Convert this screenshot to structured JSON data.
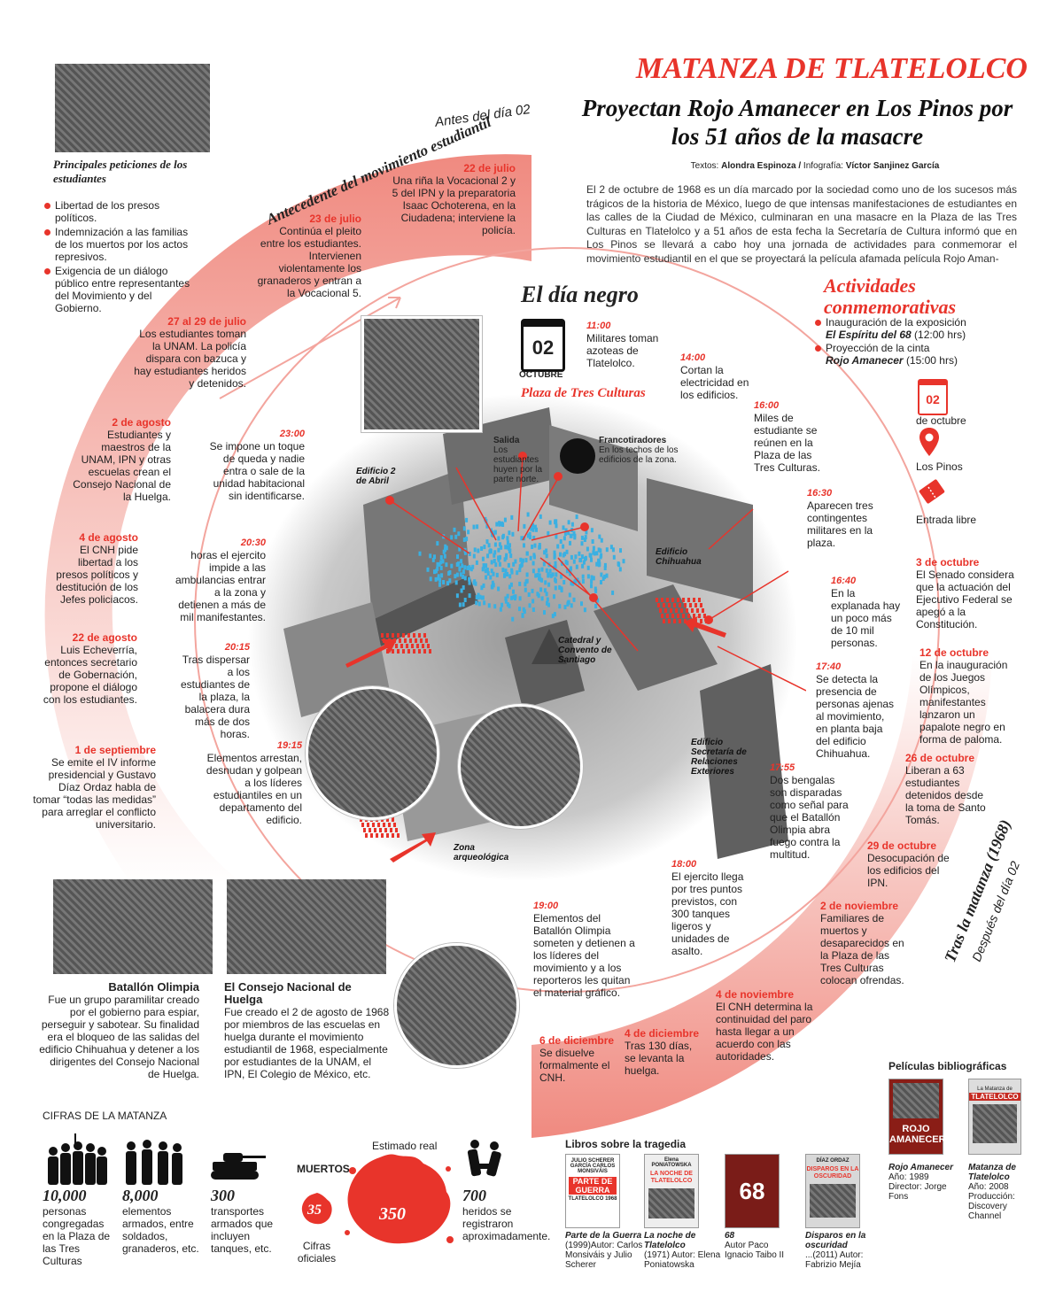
{
  "header": {
    "title": "MATANZA DE TLATELOLCO",
    "subtitle": "Proyectan Rojo Amanecer en Los Pinos por los 51 años de la masacre",
    "credits_label1": "Textos:",
    "credits_author": "Alondra Espinoza",
    "credits_sep": "/",
    "credits_label2": "Infografía:",
    "credits_infographic": "Víctor Sanjinez García",
    "intro": "El 2 de octubre de 1968 es un día marcado por la sociedad como uno de los sucesos más trágicos de la historia de México, luego de que intensas manifestaciones de estudiantes en las calles de la Ciudad de México, culminaran en una masacre en la Plaza de las Tres Culturas en Tlatelolco y a 51 años de esta fecha la Secretaría de Cultura informó que en Los Pinos se llevará a cabo hoy una jornada de actividades para conmemorar el movimiento estudiantil en el que se proyectará la película afamada película Rojo Aman-"
  },
  "peticiones": {
    "title": "Principales peticiones de los estudiantes",
    "items": [
      "Libertad de los presos políticos.",
      "Indemnización a las familias de los muertos por los actos represivos.",
      "Exigencia de un diálogo público entre representantes del Movimiento y del Gobierno."
    ]
  },
  "antecedente": {
    "arc_small": "Antes del día 02",
    "arc_big": "Antecedente del movimiento estudiantil",
    "events": [
      {
        "date": "22 de julio",
        "text": "Una riña la Vocacional 2 y 5 del IPN y la preparatoria Isaac Ochoterena, en la Ciudadena; interviene la policía."
      },
      {
        "date": "23 de julio",
        "text": "Continúa el pleito entre los estudiantes. Intervienen violentamente los granaderos y entran a la Vocacional 5."
      },
      {
        "date": "27 al 29 de julio",
        "text": "Los estudiantes toman la UNAM. La policía dispara con bazuca y hay estudiantes heridos y detenidos."
      },
      {
        "date": "2 de agosto",
        "text": "Estudiantes y maestros de la UNAM, IPN y otras escuelas crean el Consejo Nacional de la Huelga."
      },
      {
        "date": "4 de agosto",
        "text": "El CNH pide libertad a los presos políticos y destitución de los Jefes policiacos."
      },
      {
        "date": "22 de agosto",
        "text": "Luis Echeverría, entonces secretario de Gobernación, propone el diálogo con los estudiantes."
      },
      {
        "date": "1 de septiembre",
        "text": "Se emite el IV informe presidencial y Gustavo Díaz Ordaz habla de tomar “todas las medidas” para arreglar el conflicto universitario."
      }
    ]
  },
  "dia_negro": {
    "title": "El día negro",
    "calendar_day": "02",
    "calendar_month": "OCTUBRE",
    "place": "Plaza de Tres Culturas",
    "events": [
      {
        "time": "11:00",
        "text": "Militares toman azoteas de Tlatelolco."
      },
      {
        "time": "14:00",
        "text": "Cortan la electricidad en los edificios."
      },
      {
        "time": "16:00",
        "text": "Miles de estudiante se reúnen en la Plaza de las Tres Culturas."
      },
      {
        "time": "16:30",
        "text": "Aparecen tres contingentes militares en la plaza."
      },
      {
        "time": "16:40",
        "text": "En la explanada hay un poco más de 10 mil personas."
      },
      {
        "time": "17:40",
        "text": "Se detecta la presencia de personas ajenas al movimiento, en planta baja del edificio Chihuahua."
      },
      {
        "time": "17:55",
        "text": "Dos bengalas son disparadas como señal para que el Batallón Olimpia abra fuego contra la multitud."
      },
      {
        "time": "18:00",
        "text": "El ejercito llega por tres puntos previstos, con 300 tanques ligeros y unidades de asalto."
      },
      {
        "time": "19:00",
        "text": "Elementos del Batallón Olimpia someten y detienen a los líderes del movimiento y a los reporteros les quitan el material gráfico."
      },
      {
        "time": "19:15",
        "text": "Elementos arrestan, desnudan y golpean a los líderes estudiantiles en un departamento del edificio."
      },
      {
        "time": "20:15",
        "text": "Tras dispersar a los estudiantes de la plaza, la balacera dura más de dos horas."
      },
      {
        "time": "20:30",
        "text": "horas el ejercito impide a las ambulancias entrar a la zona y detienen a más de mil manifestantes."
      },
      {
        "time": "23:00",
        "text": "Se impone un toque de queda y nadie entra o sale de la unidad habitacional sin identificarse."
      }
    ],
    "map_labels": {
      "salida_title": "Salida",
      "salida_text": "Los estudiantes huyen por la parte norte.",
      "francotiradores_title": "Francotiradores",
      "francotiradores_text": "En los techos de los edificios de la zona.",
      "edificio_2_abril": "Edificio 2 de Abril",
      "edificio_chihuahua": "Edificio Chihuahua",
      "catedral": "Catedral y Convento de Santiago",
      "secretaria": "Edificio Secretaría de Relaciones Exteriores",
      "zona": "Zona arqueológica"
    }
  },
  "actividades": {
    "title": "Actividades conmemorativas",
    "item1_text": "Inauguración de la exposición",
    "item1_bold": "El Espíritu del 68",
    "item1_time": "(12:00 hrs)",
    "item2_text": "Proyección de la cinta",
    "item2_bold": "Rojo Amanecer",
    "item2_time": "(15:00 hrs)",
    "cal_day": "02",
    "cal_label": "de octubre",
    "place_label": "Los Pinos",
    "ticket_label": "Entrada libre"
  },
  "despues": {
    "arc_big": "Tras la matanza (1968)",
    "arc_small": "Después del día 02",
    "events": [
      {
        "date": "3 de octubre",
        "text": "El Senado considera que la actuación del Ejecutivo Federal se apegó a la Constitución."
      },
      {
        "date": "12 de octubre",
        "text": "En la inauguración de los Juegos Olímpicos, manifestantes lanzaron un papalote negro en forma de paloma."
      },
      {
        "date": "26 de octubre",
        "text": "Liberan a 63 estudiantes detenidos desde la toma de Santo Tomás."
      },
      {
        "date": "29 de octubre",
        "text": "Desocupación de los edificios del IPN."
      },
      {
        "date": "2 de noviembre",
        "text": "Familiares de muertos y desaparecidos en la Plaza de las Tres Culturas colocan ofrendas."
      },
      {
        "date": "4 de noviembre",
        "text": "El CNH determina la continuidad del paro hasta llegar a un acuerdo con las autoridades."
      },
      {
        "date": "4 de diciembre",
        "text": "Tras 130 días, se levanta la huelga."
      },
      {
        "date": "6 de diciembre",
        "text": "Se disuelve formalmente el CNH."
      }
    ]
  },
  "batallon": {
    "title": "Batallón Olimpia",
    "text": "Fue un grupo paramilitar creado por el gobierno para espiar, perseguir y sabotear. Su finalidad era el bloqueo de las salidas del edificio Chihuahua y detener a los dirigentes del Consejo Nacional de Huelga."
  },
  "consejo": {
    "title": "El Consejo Nacional de Huelga",
    "text": "Fue creado el 2 de agosto de 1968 por miembros de las escuelas en huelga durante el movimiento estudiantil de 1968, especialmente por estudiantes de la UNAM, el IPN, El Colegio de México, etc."
  },
  "cifras": {
    "title": "CIFRAS DE LA MATANZA",
    "personas_num": "10,000",
    "personas_text": "personas congregadas en la Plaza de las Tres Culturas",
    "elementos_num": "8,000",
    "elementos_text": "elementos armados, entre soldados, granaderos, etc.",
    "transportes_num": "300",
    "transportes_text": "transportes armados que incluyen tanques, etc.",
    "muertos_label": "MUERTOS",
    "oficiales_num": "35",
    "oficiales_label": "Cifras oficiales",
    "real_label": "Estimado real",
    "real_num": "350",
    "heridos_num": "700",
    "heridos_text": "heridos se registraron aproximadamente."
  },
  "libros": {
    "title": "Libros sobre la tragedia",
    "items": [
      {
        "title": "Parte de la Guerra",
        "info": "(1999)Autor: Carlos Monsiváis y Julio Scherer",
        "cover_top": "JULIO SCHERER GARCÍA CARLOS MONSIVÁIS",
        "cover_main": "PARTE DE GUERRA",
        "cover_sub": "TLATELOLCO 1968"
      },
      {
        "title": "La noche de Tlatelolco",
        "info": "(1971) Autor: Elena Poniatowska",
        "cover_top": "Elena PONIATOWSKA",
        "cover_main": "LA NOCHE DE TLATELOLCO"
      },
      {
        "title": "68",
        "info": "Autor Paco Ignacio Taibo II",
        "cover_main": "68"
      },
      {
        "title": "Disparos en la oscuridad",
        "info": "...(2011) Autor: Fabrizio Mejía",
        "cover_top": "DÍAZ ORDAZ",
        "cover_main": "DISPAROS EN LA OSCURIDAD"
      }
    ]
  },
  "peliculas": {
    "title": "Películas bibliográficas",
    "items": [
      {
        "title": "Rojo Amanecer",
        "info1": "Año: 1989",
        "info2": "Director: Jorge Fons",
        "cover": "ROJO AMANECER"
      },
      {
        "title": "Matanza de Tlatelolco",
        "info1": "Año: 2008",
        "info2": "Producción: Discovery Channel",
        "cover": "TLATELOLCO",
        "cover_top": "La Matanza de"
      }
    ]
  },
  "colors": {
    "accent": "#e8342b",
    "crowd": "#3ab0e2",
    "text": "#222222"
  }
}
